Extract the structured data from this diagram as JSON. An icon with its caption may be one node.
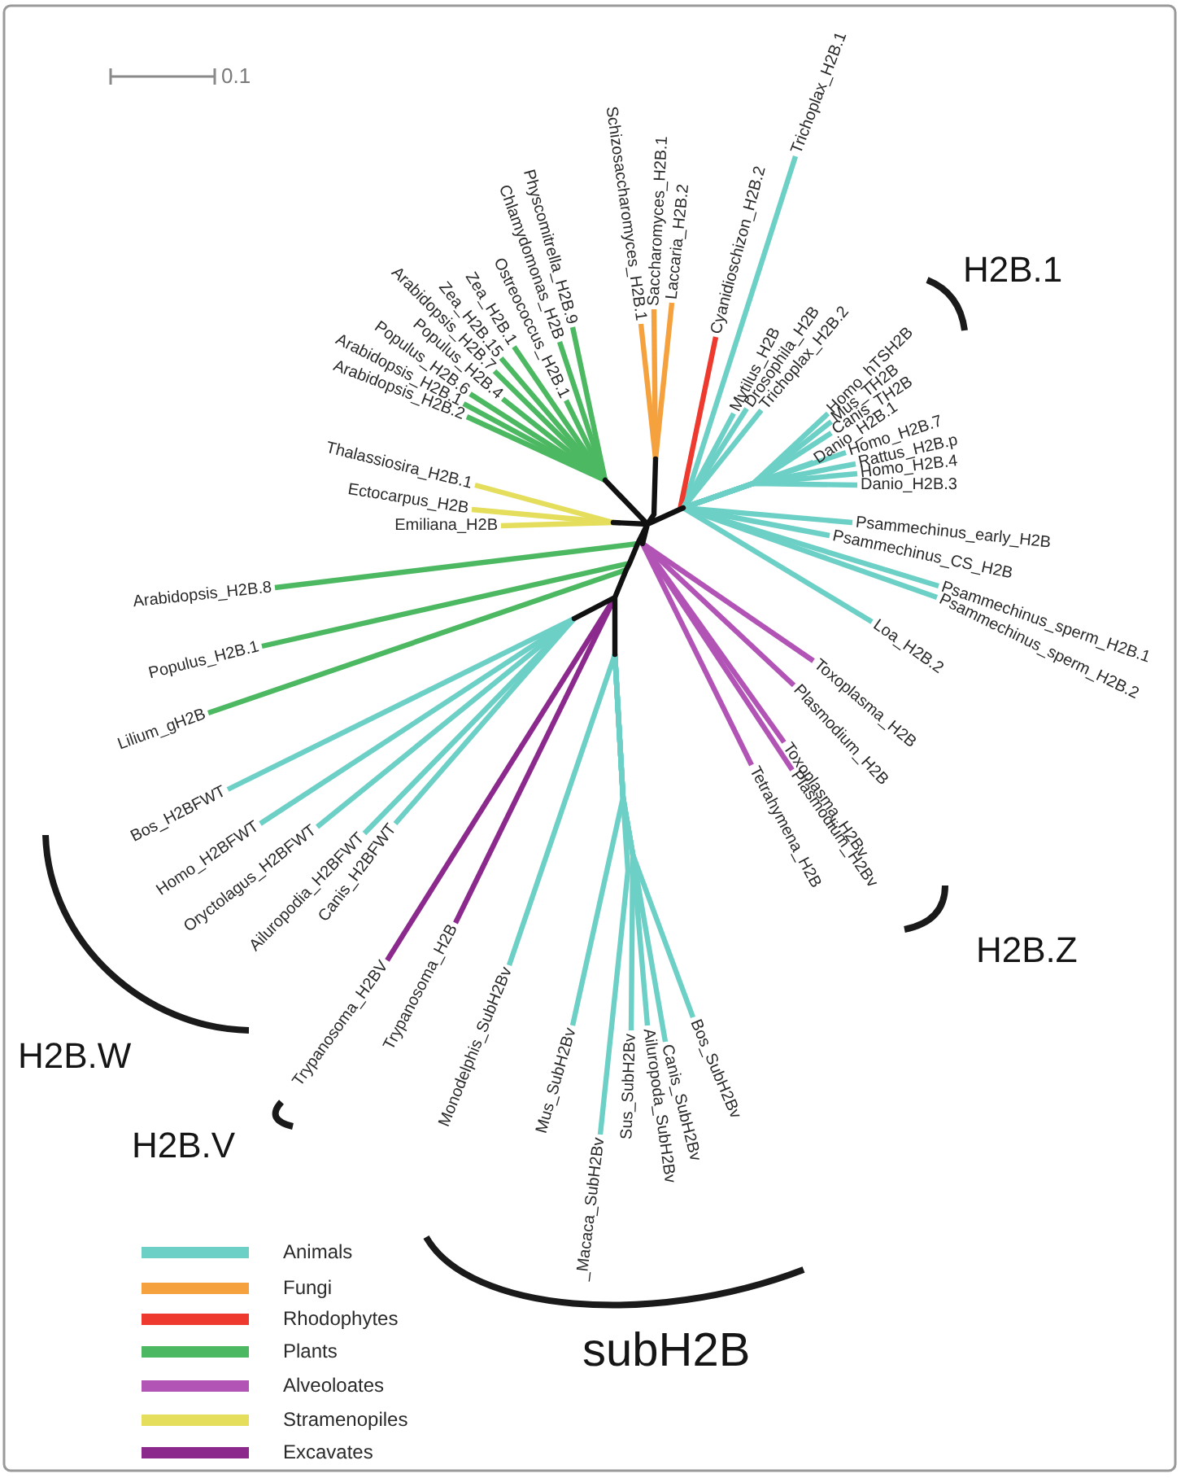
{
  "diagram": {
    "nodes": [
      {
        "text": [
          "Trichoplax_H2B.1"
        ]
      },
      {
        "text": [
          "Schizosaccharomyces_H2B.1"
        ]
      },
      {
        "text": [
          "Saccharomyces_H2B.1"
        ]
      },
      {
        "text": [
          "Laccaria_H2B.2"
        ]
      },
      {
        "text": [
          "Cyanidioschizon_H2B.2"
        ]
      },
      {
        "text": [
          "Physcomitrella_H2B.9"
        ]
      },
      {
        "text": [
          "Chlamydomonas_H2B"
        ]
      },
      {
        "text": [
          "Ostreococcus_H2B.1"
        ]
      },
      {
        "text": [
          "Zea_H2B.1"
        ]
      },
      {
        "text": [
          "Zea_H2B.15"
        ]
      },
      {
        "text": [
          "Arabidopsis_H2B.7"
        ]
      },
      {
        "text": [
          "Populus_H2B.4"
        ]
      },
      {
        "text": [
          "Populus_H2B.6"
        ]
      },
      {
        "text": [
          "Arabidopsis_H2B.1"
        ]
      },
      {
        "text": [
          "Arabidopsis_H2B.2"
        ]
      },
      {
        "text": [
          "Mytilus_H2B"
        ]
      },
      {
        "text": [
          "Drosophila_H2B"
        ]
      },
      {
        "text": [
          "Trichoplax_H2B.2"
        ]
      },
      {
        "text": [
          "Homo_hTSH2B"
        ]
      },
      {
        "text": [
          "Mus_TH2B"
        ]
      },
      {
        "text": [
          "Canis_TH2B"
        ]
      },
      {
        "text": [
          "Danio_H2B.1"
        ]
      },
      {
        "text": [
          "Homo_H2B.7"
        ]
      },
      {
        "text": [
          "Rattus_H2B.p"
        ]
      },
      {
        "text": [
          "Homo_H2B.4"
        ]
      },
      {
        "text": [
          "Danio_H2B.3"
        ]
      },
      {
        "text": [
          "Thalassiosira_H2B.1"
        ]
      },
      {
        "text": [
          "Ectocarpus_H2B"
        ]
      },
      {
        "text": [
          "Emiliana_H2B"
        ]
      },
      {
        "text": [
          "Psammechinus_early_H2B"
        ]
      },
      {
        "text": [
          "Psammechinus_CS_H2B"
        ]
      },
      {
        "text": [
          "Psammechinus_sperm_H2B.1"
        ]
      },
      {
        "text": [
          "Psammechinus_sperm_H2B.2"
        ]
      },
      {
        "text": [
          "Arabidopsis_H2B.8"
        ]
      },
      {
        "text": [
          "Loa_H2B.2"
        ]
      },
      {
        "text": [
          "Populus_H2B.1"
        ]
      },
      {
        "text": [
          "Toxoplasma_H2B"
        ]
      },
      {
        "text": [
          "Plasmodium_H2B"
        ]
      },
      {
        "text": [
          "Lilium_gH2B"
        ]
      },
      {
        "text": [
          "Toxoplasma_H2Bv"
        ]
      },
      {
        "text": [
          "Plasmodium_H2Bv"
        ]
      },
      {
        "text": [
          "Tetrahymena_H2B"
        ]
      },
      {
        "text": [
          "Bos_H2BFWT"
        ]
      },
      {
        "text": [
          "Homo_H2BFWT"
        ]
      },
      {
        "text": [
          "Oryctolagus_H2BFWT"
        ]
      },
      {
        "text": [
          "Ailuropodia_H2BFWT"
        ]
      },
      {
        "text": [
          "Canis_H2BFWT"
        ]
      },
      {
        "text": [
          "Trypanosoma_H2BV"
        ]
      },
      {
        "text": [
          "Trypanosoma_H2B"
        ]
      },
      {
        "text": [
          "Monodelphis_SubH2Bv"
        ]
      },
      {
        "text": [
          "Mus_SubH2Bv"
        ]
      },
      {
        "text": [
          "_Macaca_SubH2Bv"
        ]
      },
      {
        "text": [
          "Sus_SubH2Bv"
        ]
      },
      {
        "text": [
          "Ailuropoda_SubH2Bv"
        ]
      },
      {
        "text": [
          "Canis_SubH2Bv"
        ]
      },
      {
        "text": [
          "Bos_SubH2Bv"
        ]
      },
      {
        "text": [],
        "shape": "picture"
      }
    ],
    "edges": [
      {
        "from": 0,
        "to": 56,
        "arrow": "none"
      },
      {
        "from": 1,
        "to": 56,
        "arrow": "none",
        "color": "#f5a23e"
      },
      {
        "from": 2,
        "to": 56,
        "arrow": "none",
        "color": "#f5a23e"
      },
      {
        "from": 3,
        "to": 56,
        "arrow": "none",
        "color": "#f5a23e"
      },
      {
        "from": 4,
        "to": 56,
        "arrow": "none",
        "color": "#ee3a2e"
      },
      {
        "from": 5,
        "to": 56,
        "arrow": "none",
        "color": "#4db862"
      },
      {
        "from": 6,
        "to": 56,
        "arrow": "none",
        "color": "#4db862"
      },
      {
        "from": 7,
        "to": 56,
        "arrow": "none",
        "color": "#4db862"
      },
      {
        "from": 8,
        "to": 56,
        "arrow": "none",
        "color": "#4db862"
      },
      {
        "from": 9,
        "to": 56,
        "arrow": "none",
        "color": "#4db862"
      },
      {
        "from": 10,
        "to": 56,
        "arrow": "none",
        "color": "#4db862"
      },
      {
        "from": 11,
        "to": 56,
        "arrow": "none",
        "color": "#4db862"
      },
      {
        "from": 12,
        "to": 56,
        "arrow": "none",
        "color": "#4db862"
      },
      {
        "from": 13,
        "to": 56,
        "arrow": "none",
        "color": "#4db862"
      },
      {
        "from": 14,
        "to": 56,
        "arrow": "none",
        "color": "#4db862"
      },
      {
        "from": 15,
        "to": 56,
        "arrow": "none"
      },
      {
        "from": 16,
        "to": 56,
        "arrow": "none"
      },
      {
        "from": 17,
        "to": 56,
        "arrow": "none"
      },
      {
        "from": 18,
        "to": 56,
        "arrow": "none"
      },
      {
        "from": 19,
        "to": 56,
        "arrow": "none"
      },
      {
        "from": 20,
        "to": 56,
        "arrow": "none"
      },
      {
        "from": 21,
        "to": 56,
        "arrow": "none"
      },
      {
        "from": 22,
        "to": 56,
        "arrow": "none"
      },
      {
        "from": 23,
        "to": 56,
        "arrow": "none"
      },
      {
        "from": 24,
        "to": 56,
        "arrow": "none"
      },
      {
        "from": 25,
        "to": 56,
        "arrow": "none"
      },
      {
        "from": 26,
        "to": 56,
        "arrow": "none",
        "color": "#e4de5c"
      },
      {
        "from": 27,
        "to": 56,
        "arrow": "none",
        "color": "#e4de5c"
      },
      {
        "from": 28,
        "to": 56,
        "arrow": "none",
        "color": "#e4de5c"
      },
      {
        "from": 29,
        "to": 56,
        "arrow": "none"
      },
      {
        "from": 30,
        "to": 56,
        "arrow": "none"
      },
      {
        "from": 31,
        "to": 56,
        "arrow": "none"
      },
      {
        "from": 32,
        "to": 56,
        "arrow": "none"
      },
      {
        "from": 33,
        "to": 56,
        "arrow": "none",
        "color": "#4db862"
      },
      {
        "from": 34,
        "to": 56,
        "arrow": "none"
      },
      {
        "from": 35,
        "to": 56,
        "arrow": "none",
        "color": "#4db862"
      },
      {
        "from": 36,
        "to": 56,
        "arrow": "none",
        "color": "#b154b5"
      },
      {
        "from": 37,
        "to": 56,
        "arrow": "none",
        "color": "#b154b5"
      },
      {
        "from": 38,
        "to": 56,
        "arrow": "none",
        "color": "#4db862"
      },
      {
        "from": 39,
        "to": 56,
        "arrow": "none",
        "color": "#b154b5"
      },
      {
        "from": 40,
        "to": 56,
        "arrow": "none",
        "color": "#b154b5"
      },
      {
        "from": 41,
        "to": 56,
        "arrow": "none",
        "color": "#b154b5"
      },
      {
        "from": 42,
        "to": 56,
        "arrow": "none"
      },
      {
        "from": 43,
        "to": 56,
        "arrow": "none"
      },
      {
        "from": 44,
        "to": 56,
        "arrow": "none"
      },
      {
        "from": 45,
        "to": 56,
        "arrow": "none"
      },
      {
        "from": 46,
        "to": 56,
        "arrow": "none"
      },
      {
        "from": 47,
        "to": 56,
        "arrow": "none",
        "color": "#8b2a8c"
      },
      {
        "from": 48,
        "to": 56,
        "arrow": "none",
        "color": "#8b2a8c"
      },
      {
        "from": 49,
        "to": 56,
        "arrow": "none"
      },
      {
        "from": 50,
        "to": 56,
        "arrow": "none"
      },
      {
        "from": 51,
        "to": 56,
        "arrow": "none"
      },
      {
        "from": 52,
        "to": 56,
        "arrow": "none"
      },
      {
        "from": 53,
        "to": 56,
        "arrow": "none"
      },
      {
        "from": 54,
        "to": 56,
        "arrow": "none"
      },
      {
        "from": 55,
        "to": 56,
        "arrow": "none"
      }
    ],
    "labels": [
      "0.1",
      "H2B.1",
      "H2B.Z",
      "H2B.W",
      "H2B.V",
      "subH2B"
    ],
    "legend": [
      {
        "text": "Animals",
        "color": "#6dd0c6"
      },
      {
        "text": "Fungi",
        "color": "#f5a23e"
      },
      {
        "text": "Rhodophytes",
        "color": "#ee3a2e"
      },
      {
        "text": "Plants",
        "color": "#4db862"
      },
      {
        "text": "Alveoloates",
        "color": "#b154b5"
      },
      {
        "text": "Stramenopiles",
        "color": "#e4de5c"
      },
      {
        "text": "Excavates",
        "color": "#8b2a8c"
      }
    ]
  }
}
